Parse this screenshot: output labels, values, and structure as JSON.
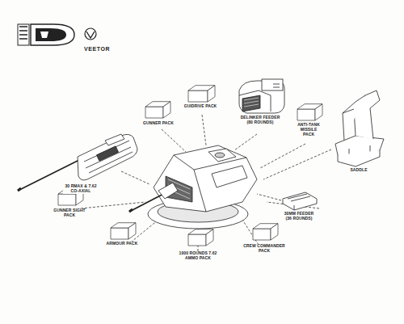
{
  "diagram": {
    "labels": [
      "VEETOR",
      "GUNNER PACK",
      "GUIDRIVE PACK",
      "DELINKER FEEDER (80 ROUNDS)",
      "ANTI-TANK MISSILE PACK",
      "SADDLE",
      "30 RMAX & 7.62 CO-AXIAL",
      "GUNNER SIGHT PACK",
      "ARMOUR PACK",
      "1000 ROUNDS 7.62 AMMO PACK",
      "CREW COMMANDER PACK",
      "30MM FEEDER (36 ROUNDS)"
    ]
  }
}
